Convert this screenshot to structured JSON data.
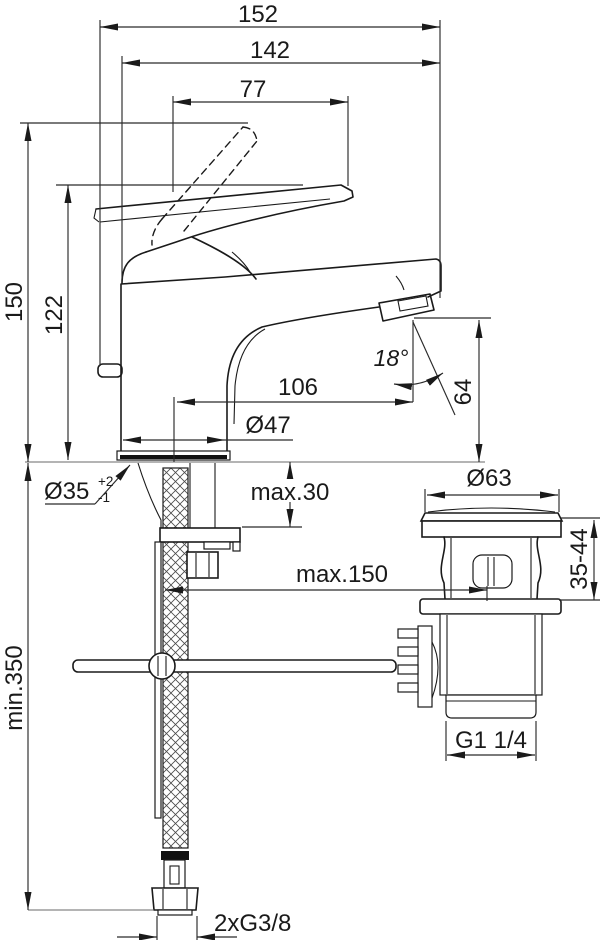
{
  "drawing": {
    "dims": {
      "overall_length": "152",
      "length_to_body": "142",
      "handle_projection": "77",
      "height_handle_up": "150",
      "height_handle_down": "122",
      "spout_reach": "106",
      "base_diameter": "Ø47",
      "spout_angle": "18°",
      "outlet_height": "64",
      "hole_diameter": "Ø35",
      "hole_tol_upper": "+2",
      "hole_tol_lower": "-1",
      "deck_thickness_max": "max.30",
      "waste_flange_diameter": "Ø63",
      "waste_offset_max": "max.150",
      "waste_deck_range": "35-44",
      "hose_min_length": "min.350",
      "waste_thread": "G1 1/4",
      "supply_thread": "2xG3/8"
    }
  }
}
